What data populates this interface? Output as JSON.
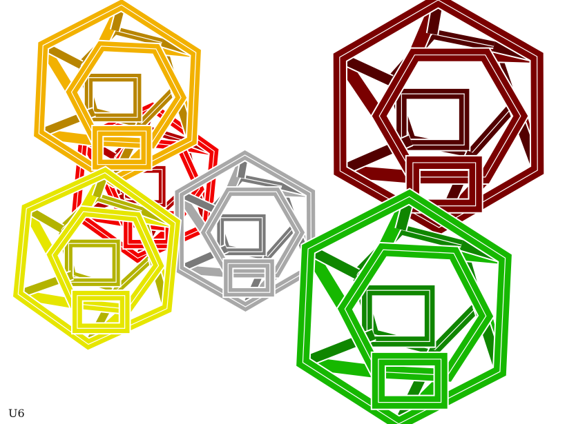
{
  "caption": "U6",
  "cells": [
    {
      "name": "red-cell",
      "color": "#f20000",
      "dark": "#b30000"
    },
    {
      "name": "orange-cell",
      "color": "#f2b100",
      "dark": "#b88500"
    },
    {
      "name": "yellow-cell",
      "color": "#e6e600",
      "dark": "#b3b300"
    },
    {
      "name": "gray-cell",
      "color": "#a8a8a8",
      "dark": "#7a7a7a"
    },
    {
      "name": "maroon-cell",
      "color": "#7a0000",
      "dark": "#520000"
    },
    {
      "name": "green-cell",
      "color": "#16b800",
      "dark": "#0f8600"
    }
  ]
}
